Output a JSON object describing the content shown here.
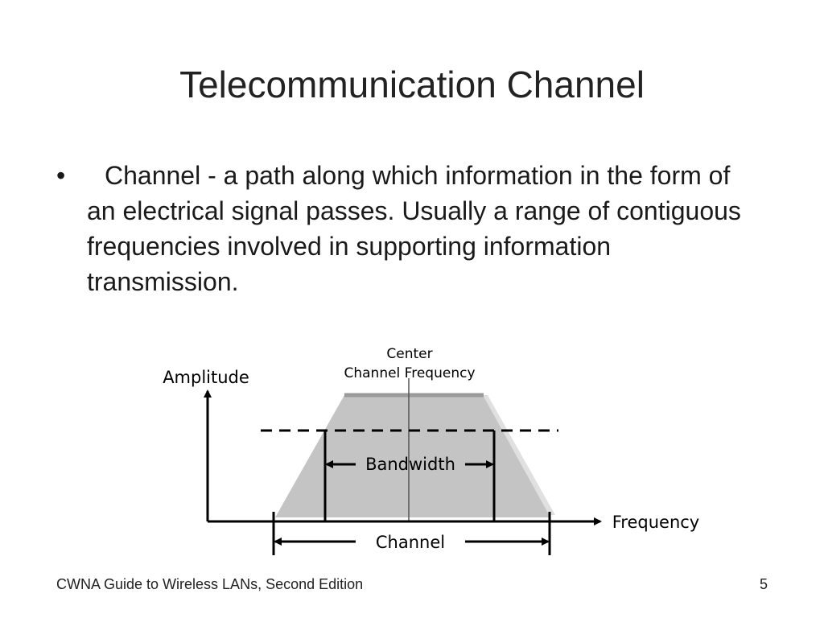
{
  "slide": {
    "title": "Telecommunication Channel",
    "bullet": "•",
    "body": "Channel - a path along which information in the form of an electrical signal passes.  Usually a range of contiguous frequencies involved in supporting information transmission."
  },
  "diagram": {
    "y_axis_label": "Amplitude",
    "x_axis_label": "Frequency",
    "center_label_line1": "Center",
    "center_label_line2": "Channel Frequency",
    "bandwidth_label": "Bandwidth",
    "channel_label": "Channel",
    "colors": {
      "fill": "#c4c4c4",
      "top_edge": "#9a9a9a",
      "shadow": "#e0e0e0",
      "ink": "#000000"
    }
  },
  "footer": {
    "source": "CWNA Guide to Wireless LANs, Second Edition",
    "page_number": "5"
  }
}
